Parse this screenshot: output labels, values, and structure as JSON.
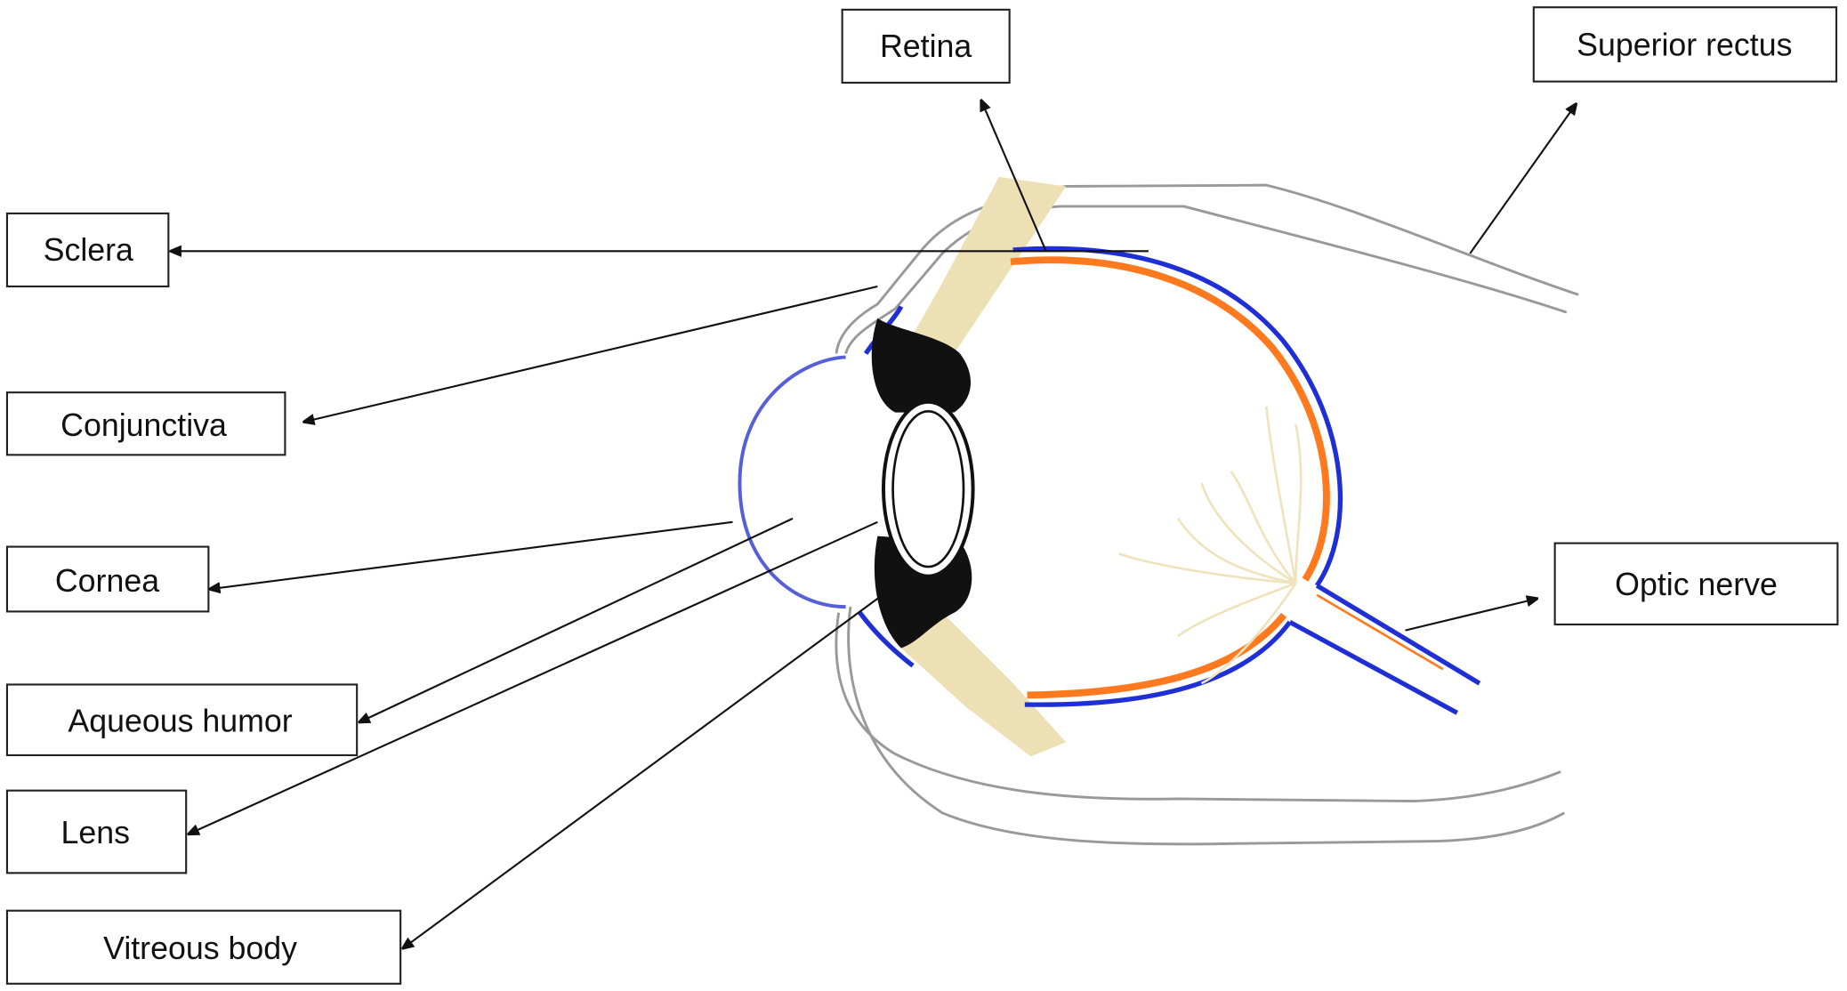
{
  "title": "Eye anatomy diagram",
  "labels": {
    "retina": "Retina",
    "superior_rectus": "Superior rectus",
    "sclera": "Sclera",
    "conjunctiva": "Conjunctiva",
    "cornea": "Cornea",
    "aqueous_humor": "Aqueous humor",
    "lens": "Lens",
    "vitreous_body": "Vitreous body",
    "optic_nerve": "Optic nerve"
  },
  "colors": {
    "sclera_outline": "#1f2fd6",
    "retina": "#ff7a1f",
    "muscle": "#ece0b4",
    "eyelid": "#999999"
  }
}
